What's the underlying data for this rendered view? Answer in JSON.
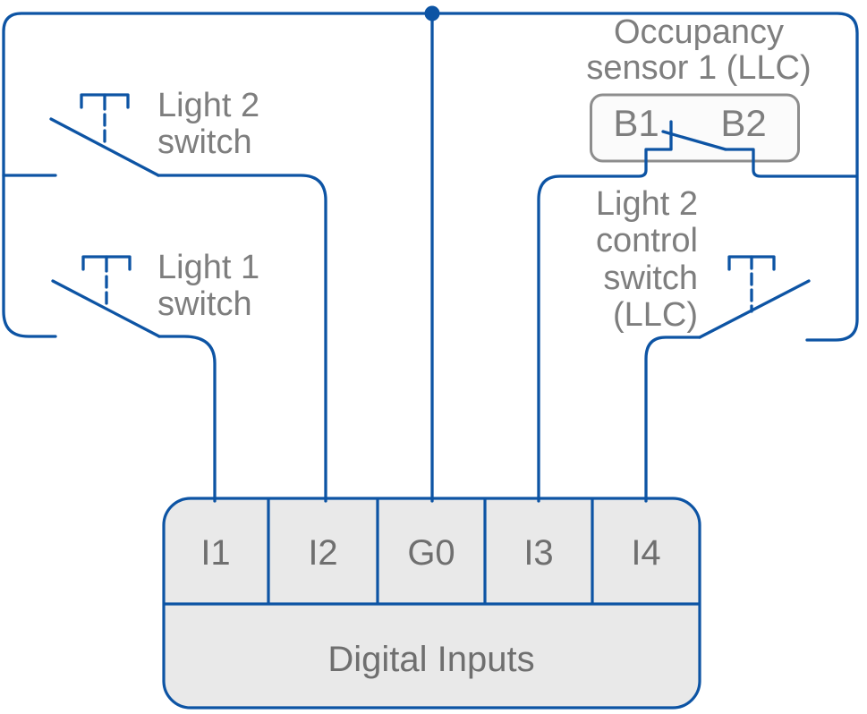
{
  "diagram": {
    "labels": {
      "light2_switch": {
        "line1": "Light 2",
        "line2": "switch"
      },
      "light1_switch": {
        "line1": "Light 1",
        "line2": "switch"
      },
      "occupancy_sensor": {
        "line1": "Occupancy",
        "line2": "sensor 1 (LLC)"
      },
      "llc_control_switch": {
        "line1": "Light 2",
        "line2": "control",
        "line3": "switch",
        "line4": "(LLC)"
      }
    },
    "sensor_terminals": {
      "b1": "B1",
      "b2": "B2"
    },
    "terminal_block": {
      "title": "Digital Inputs",
      "terminals": [
        "I1",
        "I2",
        "G0",
        "I3",
        "I4"
      ]
    }
  },
  "colors": {
    "wire": "#0d54a4",
    "label-text": "#7e7e7e",
    "block-text": "#6f6f6f",
    "block-fill": "#e9e9e9",
    "sensor-box-fill": "#fbfbfb",
    "sensor-box-border": "#8d8d8d",
    "background": "#ffffff"
  }
}
